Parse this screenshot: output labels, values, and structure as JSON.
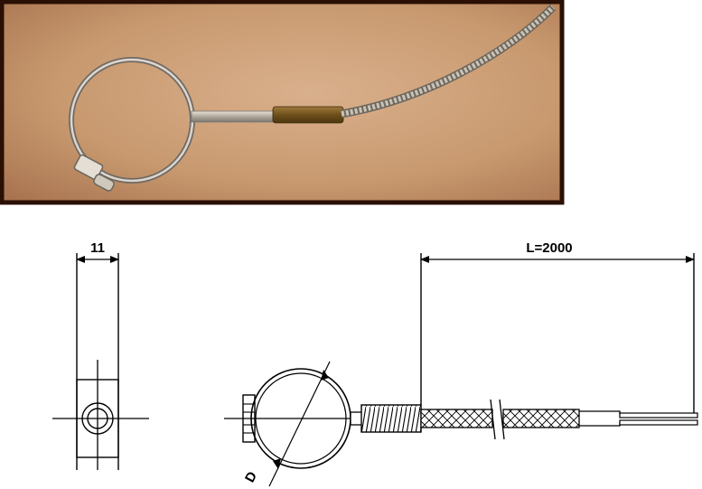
{
  "labels": {
    "width_dim": "11",
    "length_dim": "L=2000",
    "diameter_dim": "D"
  },
  "colors": {
    "photo_frame": "#2a0f04",
    "photo_bg": "#c79a74",
    "line": "#000000"
  }
}
